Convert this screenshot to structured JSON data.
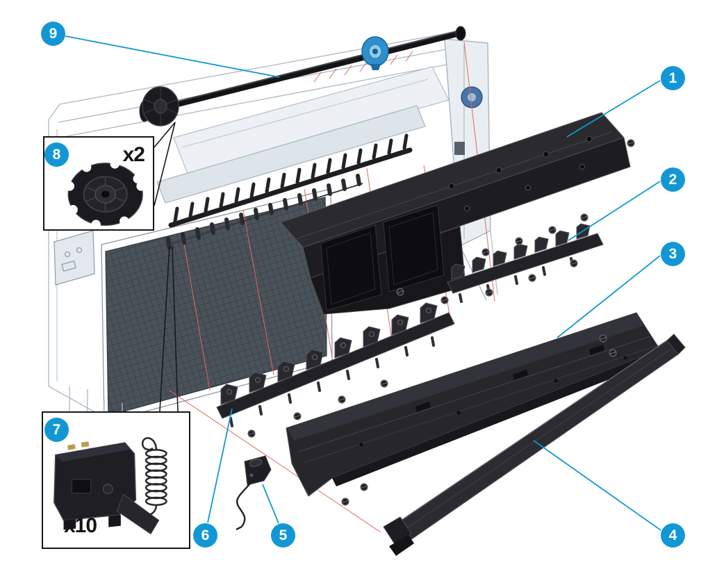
{
  "diagram": {
    "accent_color": "#1397d4",
    "guide_line_color": "#e0685c",
    "callouts": [
      {
        "label": "1"
      },
      {
        "label": "2"
      },
      {
        "label": "3"
      },
      {
        "label": "4"
      },
      {
        "label": "5"
      },
      {
        "label": "6"
      },
      {
        "label": "7"
      },
      {
        "label": "8"
      },
      {
        "label": "9"
      }
    ],
    "insets": {
      "hub": {
        "multiplier": "x2"
      },
      "spring_assembly": {
        "multiplier": "x10"
      }
    }
  }
}
